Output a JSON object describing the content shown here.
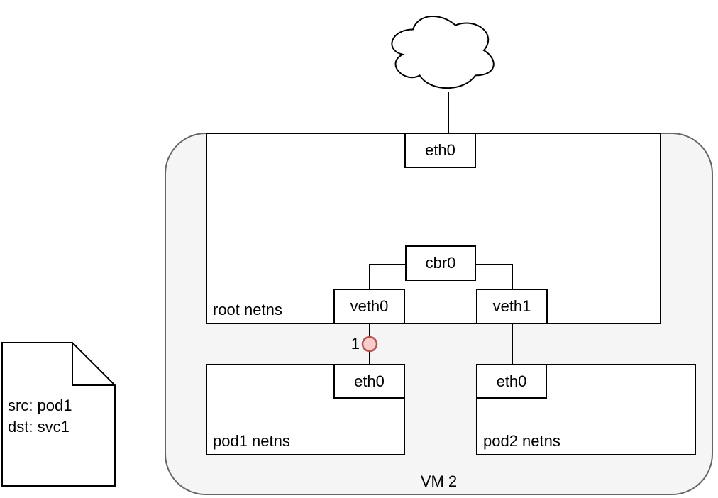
{
  "vm": {
    "label": "VM 2"
  },
  "root_netns": {
    "label": "root netns",
    "eth0": "eth0",
    "cbr0": "cbr0",
    "veth0": "veth0",
    "veth1": "veth1"
  },
  "pods": {
    "pod1": {
      "label": "pod1 netns",
      "eth0": "eth0"
    },
    "pod2": {
      "label": "pod2 netns",
      "eth0": "eth0"
    }
  },
  "marker": {
    "label": "1"
  },
  "note": {
    "line1": "src: pod1",
    "line2": "dst: svc1"
  },
  "colors": {
    "marker_fill": "#F8CECC",
    "marker_stroke": "#B85450",
    "vm_fill": "#F5F5F5",
    "vm_stroke": "#666666",
    "line_color": "#000000"
  }
}
